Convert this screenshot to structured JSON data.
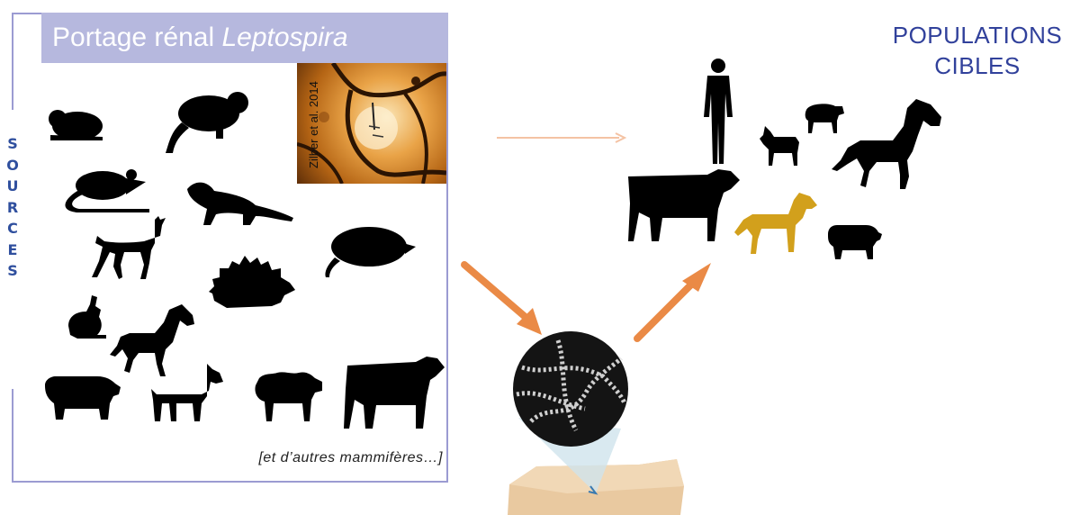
{
  "panel": {
    "title_plain": "Portage rénal ",
    "title_italic": "Leptospira",
    "citation": "Zilber et al. 2014",
    "sources_letters": [
      "S",
      "O",
      "U",
      "R",
      "C",
      "E",
      "S"
    ],
    "footnote": "[et d’autres mammifères…]"
  },
  "targets": {
    "title_line1": "POPULATIONS",
    "title_line2": "CIBLES"
  },
  "colors": {
    "panel_border": "#9b9bd2",
    "title_band": "#b6b8de",
    "sources_text": "#2f4f9e",
    "targets_text": "#31419b",
    "arrow_orange": "#ea8a46",
    "arrow_faint": "#f4c3a4",
    "dog": "#d2a01c",
    "soil": "#e9c9a0"
  },
  "icons": {
    "source_animals": [
      "vole-icon",
      "beaver-icon",
      "rat-icon",
      "ferret-icon",
      "deer-icon",
      "hedgehog-icon",
      "mole-icon",
      "hare-icon",
      "horse-icon",
      "pig-icon",
      "goat-icon",
      "sheep-icon",
      "cow-icon"
    ],
    "target_animals": [
      "human-icon",
      "sheep-icon",
      "goat-icon",
      "horse-icon",
      "cow-icon",
      "dog-icon",
      "pig-icon"
    ]
  }
}
